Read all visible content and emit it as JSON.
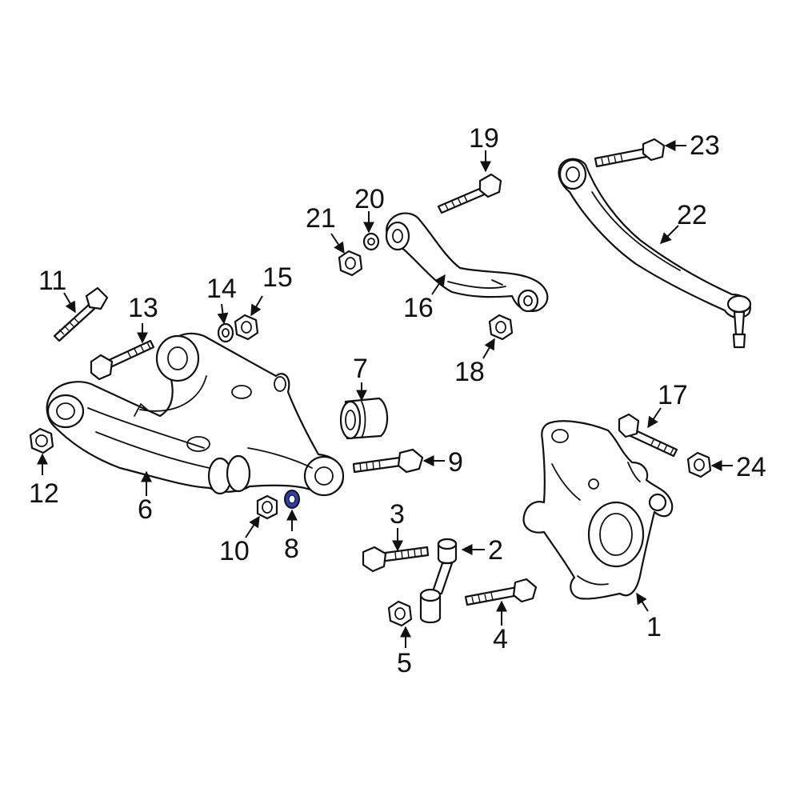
{
  "diagram": {
    "highlight_color": "#2b3fb0",
    "highlighted_callout": "8",
    "callouts": [
      {
        "id": "1",
        "text": "1"
      },
      {
        "id": "2",
        "text": "2"
      },
      {
        "id": "3",
        "text": "3"
      },
      {
        "id": "4",
        "text": "4"
      },
      {
        "id": "5",
        "text": "5"
      },
      {
        "id": "6",
        "text": "6"
      },
      {
        "id": "7",
        "text": "7"
      },
      {
        "id": "8",
        "text": "8"
      },
      {
        "id": "9",
        "text": "9"
      },
      {
        "id": "10",
        "text": "10"
      },
      {
        "id": "11",
        "text": "11"
      },
      {
        "id": "12",
        "text": "12"
      },
      {
        "id": "13",
        "text": "13"
      },
      {
        "id": "14",
        "text": "14"
      },
      {
        "id": "15",
        "text": "15"
      },
      {
        "id": "16",
        "text": "16"
      },
      {
        "id": "17",
        "text": "17"
      },
      {
        "id": "18",
        "text": "18"
      },
      {
        "id": "19",
        "text": "19"
      },
      {
        "id": "20",
        "text": "20"
      },
      {
        "id": "21",
        "text": "21"
      },
      {
        "id": "22",
        "text": "22"
      },
      {
        "id": "23",
        "text": "23"
      },
      {
        "id": "24",
        "text": "24"
      }
    ]
  }
}
